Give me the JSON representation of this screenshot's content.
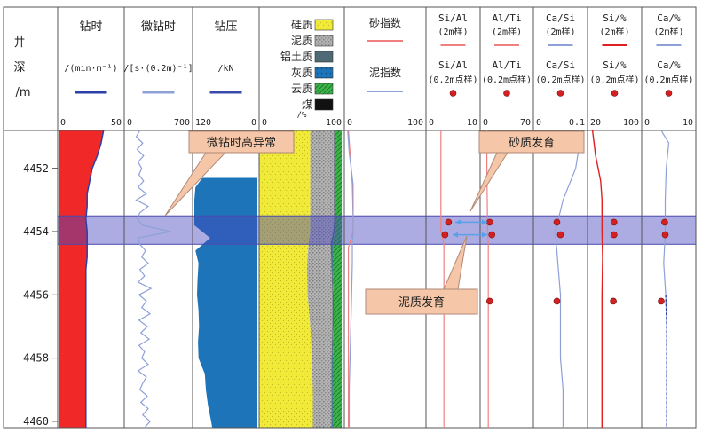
{
  "depth_axis": {
    "label_chars": [
      "井",
      "深",
      "/m"
    ],
    "ticks": [
      4452,
      4454,
      4456,
      4458,
      4460
    ],
    "range": [
      4450.8,
      4460.2
    ]
  },
  "tracks": [
    {
      "id": "zuanshi",
      "title": "钻时",
      "unit": "/(min·m⁻¹)",
      "scale": [
        0,
        50
      ],
      "color": "#2b3fa8"
    },
    {
      "id": "weizuanshi",
      "title": "微钻时",
      "unit": "/[s·(0.2m)⁻¹]",
      "scale": [
        0,
        700
      ],
      "color": "#8ea0d8"
    },
    {
      "id": "zuanya",
      "title": "钻压",
      "unit": "/kN",
      "scale": [
        120,
        0
      ],
      "color": "#3a4aa8"
    },
    {
      "id": "lith",
      "legend": [
        "硅质",
        "泥质",
        "铝土质",
        "灰质",
        "云质",
        "煤"
      ],
      "unit": "/%",
      "scale": [
        0,
        100
      ],
      "colors": {
        "siliceous": "#f0ea38",
        "argillaceous": "#a8a8a8",
        "bauxitic": "#4e6a74",
        "calcareous": "#1e6fb3",
        "dolomitic": "#3bb54a",
        "coal": "#111111"
      }
    },
    {
      "id": "sand",
      "title": "砂指数",
      "title2": "泥指数",
      "scale": [
        0,
        100
      ],
      "color": "#f08080",
      "color2": "#8ea0d8"
    },
    {
      "id": "sial",
      "title": [
        "Si/Al",
        "(2m样)"
      ],
      "title2": [
        "Si/Al",
        "(0.2m点样)"
      ],
      "scale": [
        0,
        10
      ],
      "color": "#f08080"
    },
    {
      "id": "alti",
      "title": [
        "Al/Ti",
        "(2m样)"
      ],
      "title2": [
        "Al/Ti",
        "(0.2m点样)"
      ],
      "scale": [
        0,
        70
      ],
      "color": "#f08080"
    },
    {
      "id": "casi",
      "title": [
        "Ca/Si",
        "(2m样)"
      ],
      "title2": [
        "Ca/Si",
        "(0.2m点样)"
      ],
      "scale": [
        0,
        0.1
      ],
      "color": "#8ea0d8"
    },
    {
      "id": "sipct",
      "title": [
        "Si/%",
        "(2m样)"
      ],
      "title2": [
        "Si/%",
        "(0.2m点样)"
      ],
      "scale": [
        20,
        100
      ],
      "color": "#e02020"
    },
    {
      "id": "capct",
      "title": [
        "Ca/%",
        "(2m样)"
      ],
      "title2": [
        "Ca/%",
        "(0.2m点样)"
      ],
      "scale": [
        0,
        10
      ],
      "color": "#8ea0d8"
    }
  ],
  "scale_labels": [
    [
      "0",
      "50"
    ],
    [
      "0",
      "700"
    ],
    [
      "120",
      "0"
    ],
    [
      "0",
      "100"
    ],
    [
      "0",
      "100"
    ],
    [
      "0",
      "10"
    ],
    [
      "0",
      "70"
    ],
    [
      "0",
      "0.1"
    ],
    [
      "20",
      "100"
    ],
    [
      "0",
      "10"
    ]
  ],
  "callouts": {
    "a": "微钻时高异常",
    "b": "砂质发育",
    "c": "泥质发育"
  },
  "highlight_depth": [
    4453.5,
    4454.4
  ],
  "chart_data": {
    "type": "well-log",
    "zuanshi": {
      "depth": [
        4450.8,
        4451.2,
        4451.6,
        4452,
        4452.4,
        4452.8,
        4453.2,
        4453.6,
        4454,
        4454.4,
        4454.8,
        4455.2,
        4455.6,
        4456,
        4456.4,
        4456.8,
        4457.2,
        4457.6,
        4458,
        4458.4,
        4458.8,
        4459.2,
        4459.6,
        4460,
        4460.2
      ],
      "value": [
        35,
        33,
        30,
        26,
        24,
        22,
        22,
        21,
        22,
        22,
        22,
        21,
        21,
        21,
        21,
        21,
        21,
        21,
        21,
        21,
        21,
        21,
        21,
        21,
        21
      ]
    },
    "weizuanshi": {
      "depth": [
        4450.8,
        4451,
        4451.2,
        4451.4,
        4451.6,
        4451.8,
        4452,
        4452.2,
        4452.4,
        4452.6,
        4452.8,
        4453,
        4453.2,
        4453.4,
        4453.6,
        4453.8,
        4454,
        4454.2,
        4454.4,
        4454.6,
        4454.8,
        4455,
        4455.2,
        4455.4,
        4455.6,
        4455.8,
        4456,
        4456.2,
        4456.4,
        4456.6,
        4456.8,
        4457,
        4457.2,
        4457.4,
        4457.6,
        4457.8,
        4458,
        4458.2,
        4458.4,
        4458.6,
        4458.8,
        4459,
        4459.2,
        4459.4,
        4459.6,
        4459.8,
        4460,
        4460.2
      ],
      "value": [
        150,
        110,
        180,
        120,
        190,
        130,
        170,
        140,
        190,
        130,
        220,
        110,
        240,
        150,
        120,
        180,
        480,
        130,
        150,
        210,
        170,
        240,
        150,
        200,
        130,
        270,
        140,
        220,
        170,
        260,
        140,
        230,
        160,
        250,
        140,
        200,
        170,
        240,
        130,
        220,
        180,
        150,
        230,
        160,
        240,
        180,
        260,
        200
      ]
    },
    "zuanya": {
      "depth": [
        4452.3,
        4452.6,
        4453,
        4453.4,
        4453.8,
        4454.2,
        4454.6,
        4455,
        4455.5,
        4456,
        4456.5,
        4457,
        4457.5,
        4458,
        4458.5,
        4459,
        4459.5,
        4460,
        4460.2
      ],
      "value": [
        105,
        118,
        120,
        120,
        120,
        90,
        118,
        112,
        114,
        115,
        112,
        111,
        113,
        112,
        100,
        98,
        94,
        88,
        86
      ]
    },
    "lithology": {
      "depth": [
        4450.8,
        4452.6,
        4453.6,
        4454,
        4454.4,
        4455.2,
        4456,
        4457,
        4458,
        4459,
        4460.2
      ],
      "siliceous": [
        60,
        60,
        60,
        60,
        58,
        56,
        57,
        60,
        62,
        63,
        63
      ],
      "argillaceous_end": [
        88,
        88,
        88,
        87,
        84,
        85,
        86,
        86,
        85,
        85,
        85
      ],
      "bauxitic_end": [
        88.5,
        88.5,
        89,
        88.5,
        86,
        86,
        87,
        87,
        86,
        86,
        86
      ],
      "calcareous_end": [
        89,
        89,
        89.5,
        89,
        86.5,
        86.5,
        87.5,
        87.5,
        86.5,
        86.5,
        86.5
      ],
      "dolomitic_end": [
        97,
        97,
        97,
        97,
        97,
        97,
        97,
        97,
        97,
        97,
        97
      ]
    },
    "sand_index": {
      "depth": [
        4450.8,
        4451.5,
        4452.5,
        4453.5,
        4454,
        4454.5,
        4455,
        4456,
        4457,
        4458,
        4459,
        4460.2
      ],
      "value": [
        3,
        5,
        8,
        9,
        9,
        3,
        3,
        3,
        3,
        3,
        3,
        3
      ]
    },
    "mud_index": {
      "depth": [
        4450.8,
        4451.5,
        4452.5,
        4453.5,
        4454,
        4454.4,
        4455,
        4456,
        4457,
        4458,
        4459,
        4460.2
      ],
      "value": [
        2,
        4,
        9,
        9,
        9,
        8,
        8,
        7,
        6,
        5,
        4,
        4
      ]
    },
    "sial_2m": {
      "depth": [
        4450.8,
        4454,
        4454.4,
        4460.2
      ],
      "value": [
        2.6,
        2.6,
        3.2,
        3.2
      ]
    },
    "sial_pts": {
      "depth": [
        4453.7,
        4454.1
      ],
      "value": [
        4.1,
        3.4
      ]
    },
    "alti_2m": {
      "depth": [
        4450.8,
        4452,
        4454,
        4454.4,
        4460.2
      ],
      "value": [
        7,
        7,
        8,
        9,
        9
      ]
    },
    "alti_pts": {
      "depth": [
        4453.7,
        4454.1,
        4456.2
      ],
      "value": [
        11,
        14,
        11
      ]
    },
    "casi_2m": {
      "depth": [
        4450.8,
        4451.5,
        4452,
        4453,
        4454,
        4454.4,
        4455,
        4456,
        4457,
        4458,
        4459,
        4460.2
      ],
      "value": [
        0.09,
        0.085,
        0.08,
        0.055,
        0.04,
        0.042,
        0.045,
        0.05,
        0.05,
        0.05,
        0.055,
        0.055
      ]
    },
    "casi_pts": {
      "depth": [
        4453.7,
        4454.1,
        4456.2
      ],
      "value": [
        0.043,
        0.05,
        0.043
      ]
    },
    "sipct_2m": {
      "depth": [
        4450.8,
        4451.6,
        4452.4,
        4453,
        4454,
        4454.8,
        4456,
        4458,
        4460.2
      ],
      "value": [
        25,
        30,
        38,
        40,
        40,
        41,
        40,
        40,
        40
      ]
    },
    "sipct_pts": {
      "depth": [
        4453.7,
        4454.1,
        4456.2
      ],
      "value": [
        59,
        59,
        58
      ]
    },
    "capct_2m": {
      "depth": [
        4450.8,
        4451.2,
        4452,
        4453,
        4454,
        4454.4,
        4455,
        4456,
        4457,
        4458,
        4459,
        4460.2
      ],
      "value": [
        3.5,
        5.0,
        4.5,
        4.3,
        4.3,
        4.2,
        4.0,
        4.4,
        4.6,
        4.6,
        4.6,
        4.6
      ]
    },
    "capct_pts": {
      "depth": [
        4453.7,
        4454.1,
        4456.2
      ],
      "value": [
        4.2,
        4.3,
        3.5
      ]
    }
  }
}
